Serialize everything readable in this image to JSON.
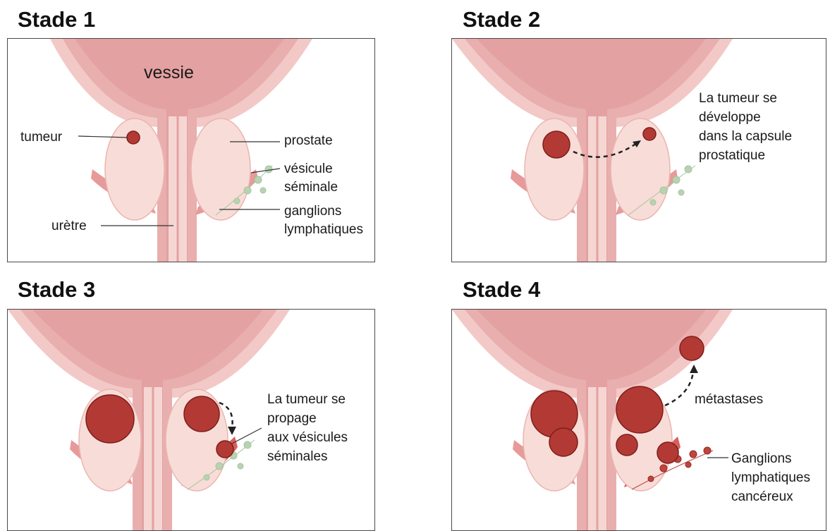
{
  "panels": [
    {
      "title": "Stade 1",
      "labels": {
        "bladder": "vessie",
        "tumor": "tumeur",
        "prostate": "prostate",
        "vesicle_line1": "vésicule",
        "vesicle_line2": "séminale",
        "nodes_line1": "ganglions",
        "nodes_line2": "lymphatiques",
        "urethra": "urètre"
      }
    },
    {
      "title": "Stade 2",
      "description": [
        "La tumeur se",
        "développe",
        "dans la capsule",
        "prostatique"
      ]
    },
    {
      "title": "Stade 3",
      "description": [
        "La tumeur se",
        "propage",
        "aux vésicules",
        "séminales"
      ]
    },
    {
      "title": "Stade 4",
      "labels": {
        "metastases": "métastases",
        "nodes_line1": "Ganglions",
        "nodes_line2": "lymphatiques",
        "nodes_line3": "cancéreux"
      }
    }
  ],
  "colors": {
    "bladder_fill": "#e4a1a1",
    "bladder_wall": "#f2c9c6",
    "prostate_fill": "#f8dcd8",
    "tumor": "#b33a34",
    "tumor_outline": "#7e1e1b",
    "lymph": "#b9d3b2",
    "lymph_cancer": "#c0453e"
  }
}
